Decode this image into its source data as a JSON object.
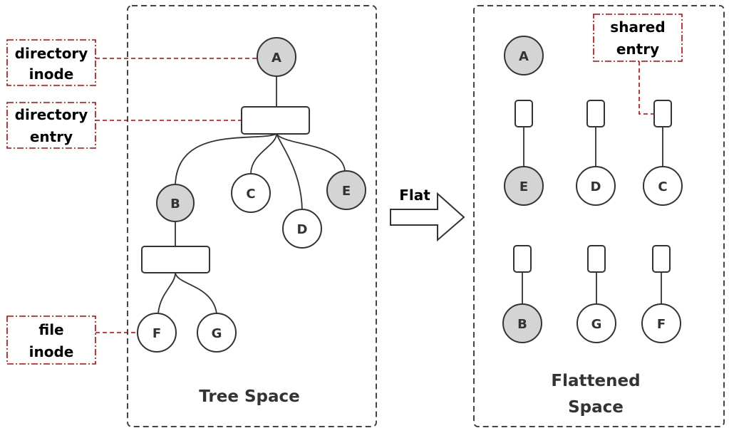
{
  "colors": {
    "outline": "#333333",
    "panel_border": "#444444",
    "callout_border": "#c00000",
    "directory_fill": "#d4d4d4",
    "file_fill": "#ffffff"
  },
  "callouts": {
    "directory_inode": [
      "directory",
      "inode"
    ],
    "directory_entry": [
      "directory",
      "entry"
    ],
    "file_inode": [
      "file",
      "inode"
    ],
    "shared_entry": [
      "shared",
      "entry"
    ]
  },
  "arrow_label": "Flat",
  "tree_space": {
    "title": "Tree Space",
    "nodes": [
      {
        "id": "A",
        "type": "directory"
      },
      {
        "id": "B",
        "type": "directory"
      },
      {
        "id": "C",
        "type": "file"
      },
      {
        "id": "D",
        "type": "file"
      },
      {
        "id": "E",
        "type": "directory"
      },
      {
        "id": "F",
        "type": "file"
      },
      {
        "id": "G",
        "type": "file"
      }
    ]
  },
  "flattened_space": {
    "title": [
      "Flattened",
      "Space"
    ],
    "root": {
      "id": "A",
      "type": "directory"
    },
    "row1": [
      {
        "id": "E",
        "type": "directory"
      },
      {
        "id": "D",
        "type": "file"
      },
      {
        "id": "C",
        "type": "file"
      }
    ],
    "row2": [
      {
        "id": "B",
        "type": "directory"
      },
      {
        "id": "G",
        "type": "file"
      },
      {
        "id": "F",
        "type": "file"
      }
    ]
  }
}
